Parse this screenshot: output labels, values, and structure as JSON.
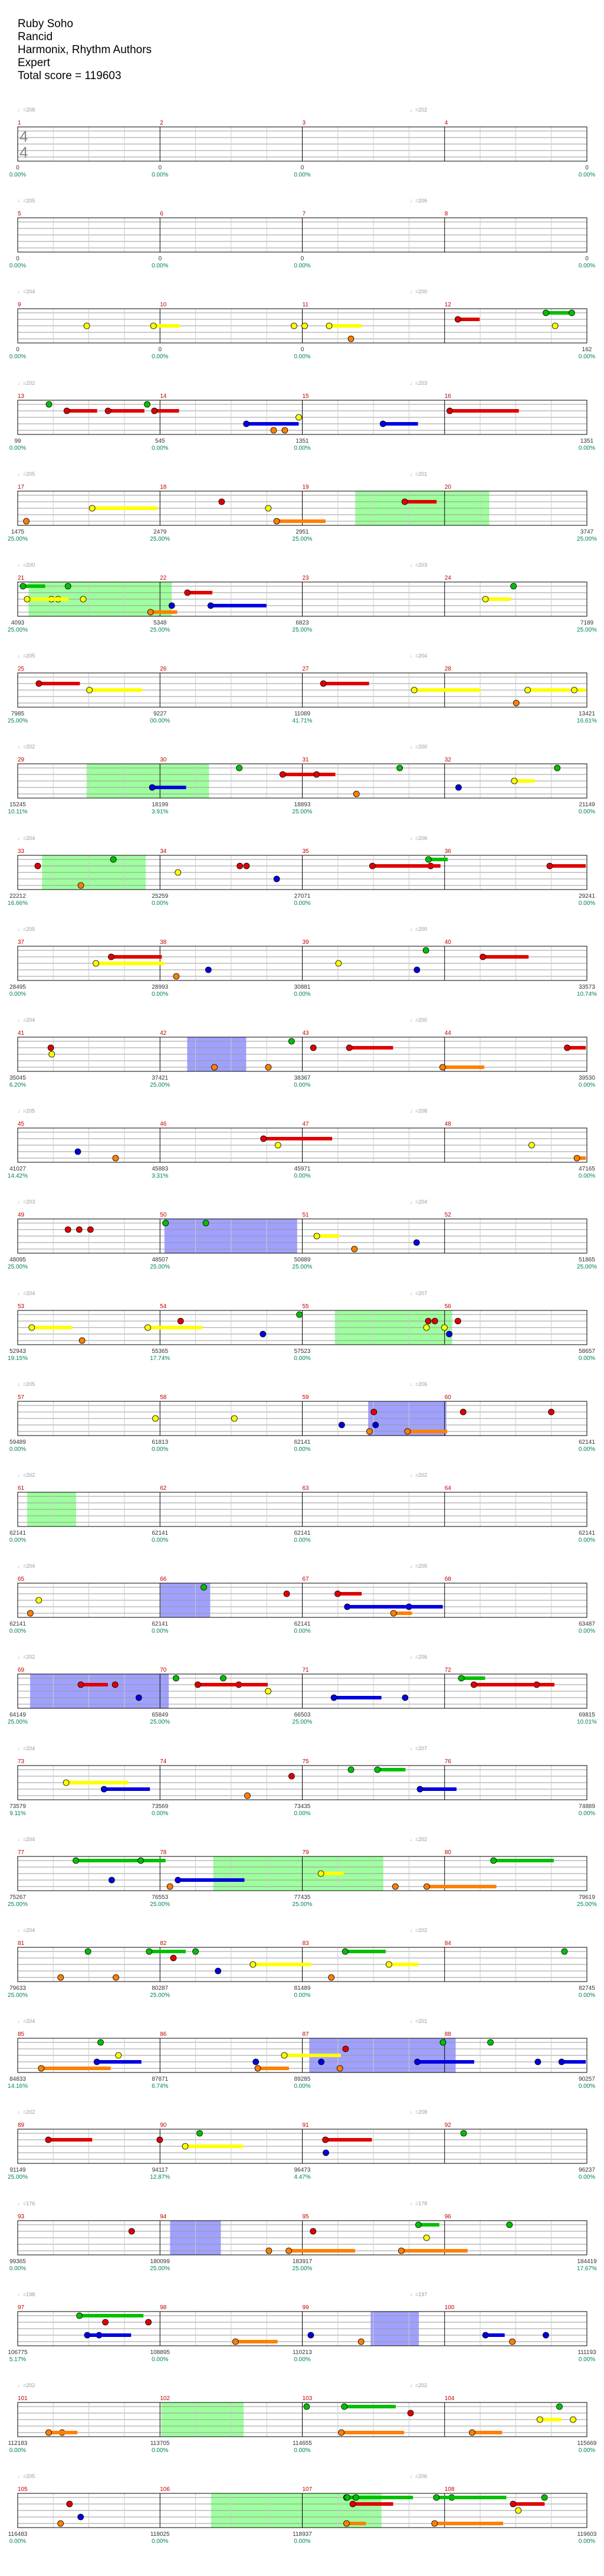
{
  "header": {
    "song": "Ruby Soho",
    "artist": "Rancid",
    "charter": "Harmonix, Rhythm Authors",
    "difficulty": "Expert",
    "total_score_label": "Total score = 119603"
  },
  "colors": {
    "green": "#00c000",
    "red": "#e00000",
    "yellow": "#ffff00",
    "blue": "#0000e0",
    "orange": "#ff8000",
    "sp_fill": "#7fff7f",
    "solo_fill": "#8080ff",
    "measure_num": "#c00000",
    "score_text": "#333333",
    "pct_text": "#008060",
    "tempo_text": "#999999"
  },
  "time_signature": "4/4",
  "rows": [
    {
      "nums": [
        "1",
        "2",
        "3",
        "4"
      ],
      "tempos": [
        "♩=208",
        "♩=202"
      ],
      "scores": [
        "0",
        "0",
        "0",
        "0"
      ],
      "pcts": [
        "0.00%",
        "0.00%",
        "0.00%",
        "0.00%"
      ]
    },
    {
      "nums": [
        "5",
        "6",
        "7",
        "8"
      ],
      "tempos": [
        "♩=205",
        "♩=206"
      ],
      "scores": [
        "0",
        "0",
        "0",
        "0"
      ],
      "pcts": [
        "0.00%",
        "0.00%",
        "0.00%",
        "0.00%"
      ]
    },
    {
      "nums": [
        "9",
        "10",
        "11",
        "12"
      ],
      "tempos": [
        "♩=204",
        "♩=200"
      ],
      "scores": [
        "0",
        "0",
        "0",
        "162"
      ],
      "pcts": [
        "0.00%",
        "0.00%",
        "0.00%",
        "0.00%"
      ]
    },
    {
      "nums": [
        "13",
        "14",
        "15",
        "16"
      ],
      "tempos": [
        "♩=202",
        "♩=203"
      ],
      "scores": [
        "99",
        "545",
        "1351",
        "1351"
      ],
      "pcts": [
        "0.00%",
        "0.00%",
        "0.00%",
        "0.00%"
      ]
    },
    {
      "nums": [
        "17",
        "18",
        "19",
        "20"
      ],
      "tempos": [
        "♩=205",
        "♩=201"
      ],
      "scores": [
        "1475",
        "2479",
        "2951",
        "3747"
      ],
      "pcts": [
        "25.00%",
        "25.00%",
        "25.00%",
        "25.00%"
      ]
    },
    {
      "nums": [
        "21",
        "22",
        "23",
        "24"
      ],
      "tempos": [
        "♩=200",
        "♩=203"
      ],
      "scores": [
        "4093",
        "5348",
        "6823",
        "7189"
      ],
      "pcts": [
        "25.00%",
        "25.00%",
        "25.00%",
        "25.00%"
      ]
    },
    {
      "nums": [
        "25",
        "26",
        "27",
        "28"
      ],
      "tempos": [
        "♩=205",
        "♩=204"
      ],
      "scores": [
        "7985",
        "9227",
        "11089",
        "13421"
      ],
      "pcts": [
        "25.00%",
        "00.00%",
        "41.71%",
        "16.61%"
      ]
    },
    {
      "nums": [
        "29",
        "30",
        "31",
        "32"
      ],
      "tempos": [
        "♩=202",
        "♩=200"
      ],
      "scores": [
        "15245",
        "18199",
        "18893",
        "21149"
      ],
      "pcts": [
        "10.11%",
        "3.91%",
        "25.00%",
        "0.00%"
      ]
    },
    {
      "nums": [
        "33",
        "34",
        "35",
        "36"
      ],
      "tempos": [
        "♩=204",
        "♩=206"
      ],
      "scores": [
        "22212",
        "25259",
        "27071",
        "29241"
      ],
      "pcts": [
        "16.66%",
        "0.00%",
        "0.00%",
        "0.00%"
      ]
    },
    {
      "nums": [
        "37",
        "38",
        "39",
        "40"
      ],
      "tempos": [
        "♩=205",
        "♩=200"
      ],
      "scores": [
        "28495",
        "28993",
        "30881",
        "33573"
      ],
      "pcts": [
        "0.00%",
        "0.00%",
        "0.00%",
        "10.74%"
      ]
    },
    {
      "nums": [
        "41",
        "42",
        "43",
        "44"
      ],
      "tempos": [
        "♩=204",
        "♩=200"
      ],
      "scores": [
        "35045",
        "37421",
        "38367",
        "39530"
      ],
      "pcts": [
        "6.20%",
        "25.00%",
        "0.00%",
        "0.00%"
      ]
    },
    {
      "nums": [
        "45",
        "46",
        "47",
        "48"
      ],
      "tempos": [
        "♩=205",
        "♩=208"
      ],
      "scores": [
        "41027",
        "45883",
        "45971",
        "47165"
      ],
      "pcts": [
        "14.42%",
        "3.31%",
        "0.00%",
        "0.00%"
      ]
    },
    {
      "nums": [
        "49",
        "50",
        "51",
        "52"
      ],
      "tempos": [
        "♩=203",
        "♩=204"
      ],
      "scores": [
        "48095",
        "48507",
        "50889",
        "51865"
      ],
      "pcts": [
        "25.00%",
        "25.00%",
        "25.00%",
        "25.00%"
      ]
    },
    {
      "nums": [
        "53",
        "54",
        "55",
        "56"
      ],
      "tempos": [
        "♩=204",
        "♩=207"
      ],
      "scores": [
        "52943",
        "55365",
        "57523",
        "58657"
      ],
      "pcts": [
        "19.15%",
        "17.74%",
        "0.00%",
        "0.00%"
      ]
    },
    {
      "nums": [
        "57",
        "58",
        "59",
        "60"
      ],
      "tempos": [
        "♩=205",
        "♩=206"
      ],
      "scores": [
        "59489",
        "61813",
        "62141",
        "62141"
      ],
      "pcts": [
        "0.00%",
        "0.00%",
        "0.00%",
        "0.00%"
      ]
    },
    {
      "nums": [
        "61",
        "62",
        "63",
        "64"
      ],
      "tempos": [
        "♩=202",
        "♩=202"
      ],
      "scores": [
        "62141",
        "62141",
        "62141",
        "62141"
      ],
      "pcts": [
        "0.00%",
        "0.00%",
        "0.00%",
        "0.00%"
      ]
    },
    {
      "nums": [
        "65",
        "66",
        "67",
        "68"
      ],
      "tempos": [
        "♩=204",
        "♩=205"
      ],
      "scores": [
        "62141",
        "62141",
        "62141",
        "63487"
      ],
      "pcts": [
        "0.00%",
        "0.00%",
        "0.00%",
        "0.00%"
      ]
    },
    {
      "nums": [
        "69",
        "70",
        "71",
        "72"
      ],
      "tempos": [
        "♩=202",
        "♩=206"
      ],
      "scores": [
        "64149",
        "65849",
        "66503",
        "69815"
      ],
      "pcts": [
        "25.00%",
        "25.00%",
        "25.00%",
        "10.01%"
      ]
    },
    {
      "nums": [
        "73",
        "74",
        "75",
        "76"
      ],
      "tempos": [
        "♩=204",
        "♩=207"
      ],
      "scores": [
        "73579",
        "73569",
        "73435",
        "74889"
      ],
      "pcts": [
        "9.11%",
        "0.00%",
        "0.00%",
        "0.00%"
      ]
    },
    {
      "nums": [
        "77",
        "78",
        "79",
        "80"
      ],
      "tempos": [
        "♩=204",
        "♩=202"
      ],
      "scores": [
        "75267",
        "76553",
        "77435",
        "79619"
      ],
      "pcts": [
        "25.00%",
        "25.00%",
        "25.00%",
        "25.00%"
      ]
    },
    {
      "nums": [
        "81",
        "82",
        "83",
        "84"
      ],
      "tempos": [
        "♩=204",
        "♩=202"
      ],
      "scores": [
        "79633",
        "80287",
        "81489",
        "82745"
      ],
      "pcts": [
        "25.00%",
        "25.00%",
        "0.00%",
        "0.00%"
      ]
    },
    {
      "nums": [
        "85",
        "86",
        "87",
        "88"
      ],
      "tempos": [
        "♩=204",
        "♩=201"
      ],
      "scores": [
        "84833",
        "87871",
        "89285",
        "90257"
      ],
      "pcts": [
        "14.16%",
        "6.74%",
        "0.00%",
        "0.00%"
      ]
    },
    {
      "nums": [
        "89",
        "90",
        "91",
        "92"
      ],
      "tempos": [
        "♩=202",
        "♩=208"
      ],
      "scores": [
        "91149",
        "94117",
        "96473",
        "96237"
      ],
      "pcts": [
        "25.00%",
        "12.87%",
        "4.47%",
        "0.00%"
      ]
    },
    {
      "nums": [
        "93",
        "94",
        "95",
        "96"
      ],
      "tempos": [
        "♩=176",
        "♩=178"
      ],
      "scores": [
        "99365",
        "180099",
        "183917",
        "184419"
      ],
      "pcts": [
        "0.00%",
        "25.00%",
        "25.00%",
        "17.67%"
      ]
    },
    {
      "nums": [
        "97",
        "98",
        "99",
        "100"
      ],
      "tempos": [
        "♩=198",
        "♩=197"
      ],
      "scores": [
        "106775",
        "108895",
        "110213",
        "111193"
      ],
      "pcts": [
        "5.17%",
        "0.00%",
        "0.00%",
        "0.00%"
      ]
    },
    {
      "nums": [
        "101",
        "102",
        "103",
        "104"
      ],
      "tempos": [
        "♩=202",
        "♩=202"
      ],
      "scores": [
        "112183",
        "113705",
        "114655",
        "115669"
      ],
      "pcts": [
        "0.00%",
        "0.00%",
        "0.00%",
        "0.00%"
      ]
    },
    {
      "nums": [
        "105",
        "106",
        "107",
        "108"
      ],
      "tempos": [
        "♩=205",
        "♩=206"
      ],
      "scores": [
        "116483",
        "118025",
        "118937",
        "119603"
      ],
      "pcts": [
        "0.00%",
        "0.00%",
        "0.00%",
        "0.00%"
      ]
    }
  ]
}
